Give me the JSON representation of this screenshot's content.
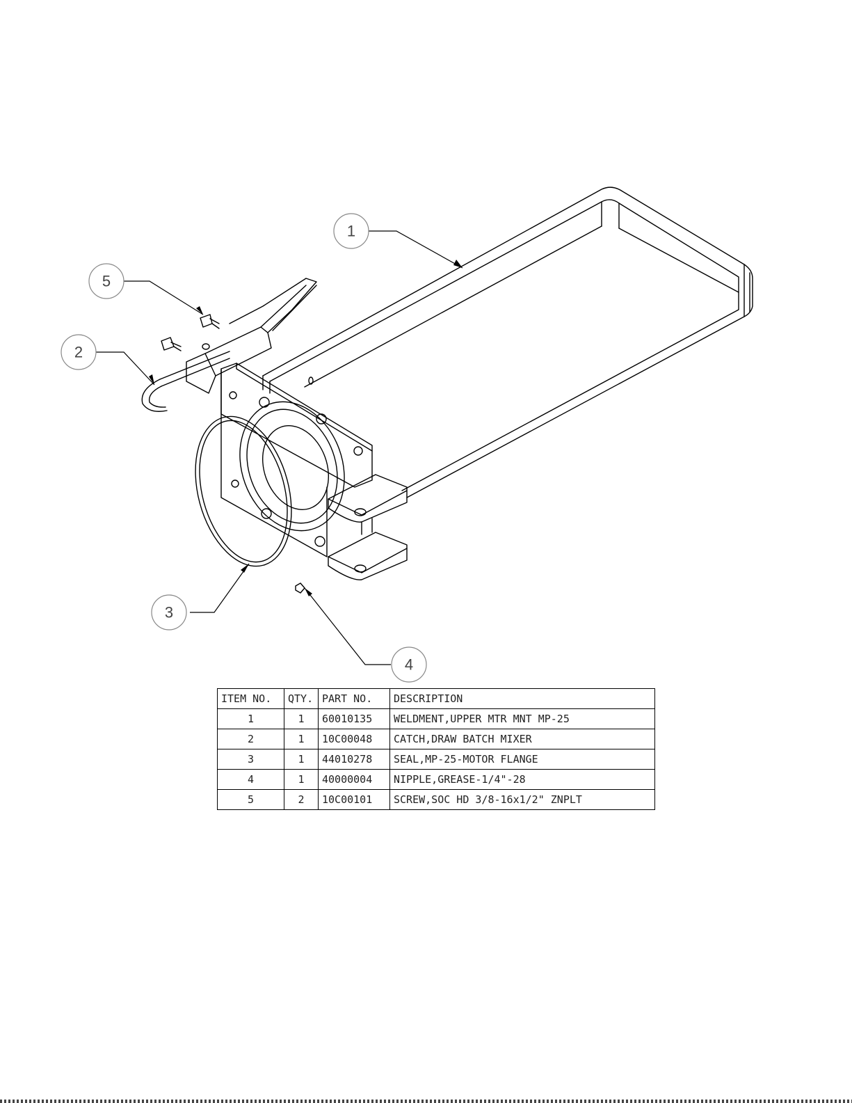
{
  "balloons": [
    "1",
    "2",
    "3",
    "4",
    "5"
  ],
  "bom": {
    "headers": {
      "item": "ITEM NO.",
      "qty": "QTY.",
      "part": "PART NO.",
      "description": "DESCRIPTION"
    },
    "rows": [
      {
        "item": "1",
        "qty": "1",
        "part": "60010135",
        "description": "WELDMENT,UPPER MTR MNT MP-25"
      },
      {
        "item": "2",
        "qty": "1",
        "part": "10C00048",
        "description": "CATCH,DRAW BATCH MIXER"
      },
      {
        "item": "3",
        "qty": "1",
        "part": "44010278",
        "description": "SEAL,MP-25-MOTOR FLANGE"
      },
      {
        "item": "4",
        "qty": "1",
        "part": "40000004",
        "description": "NIPPLE,GREASE-1/4\"-28"
      },
      {
        "item": "5",
        "qty": "2",
        "part": "10C00101",
        "description": "SCREW,SOC HD 3/8-16x1/2\" ZNPLT"
      }
    ]
  },
  "colors": {
    "line": "#000000",
    "balloon": "#888888"
  }
}
